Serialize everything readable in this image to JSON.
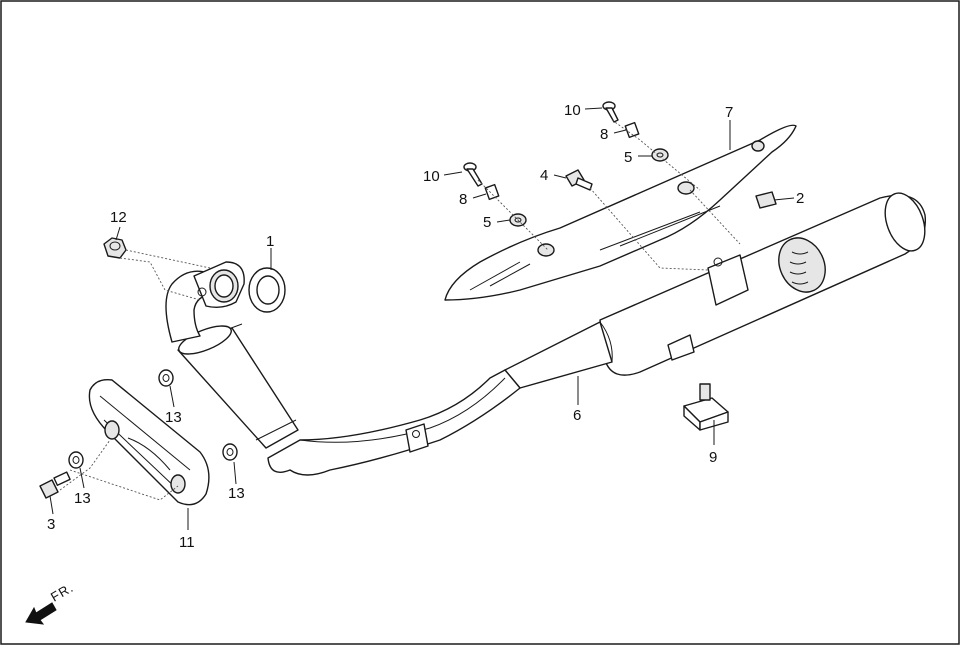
{
  "diagram": {
    "callouts": {
      "c1": "1",
      "c2": "2",
      "c3": "3",
      "c4": "4",
      "c5a": "5",
      "c5b": "5",
      "c6": "6",
      "c7": "7",
      "c8a": "8",
      "c8b": "8",
      "c9": "9",
      "c10a": "10",
      "c10b": "10",
      "c11": "11",
      "c12": "12",
      "c13a": "13",
      "c13b": "13",
      "c13c": "13"
    },
    "direction_label": "FR."
  }
}
